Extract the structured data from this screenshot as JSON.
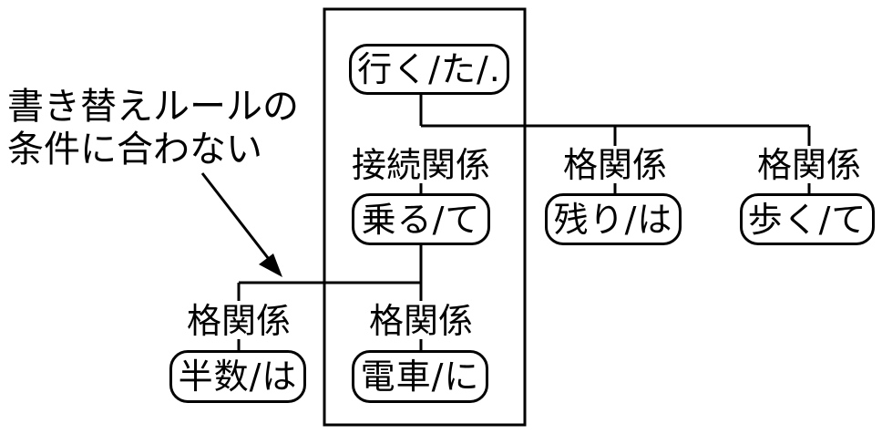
{
  "annotation": {
    "line1": "書き替えルールの",
    "line2": "条件に合わない"
  },
  "nodes": {
    "root": "行く/た/.",
    "n1_relation": "接続関係",
    "n1": "乗る/て",
    "n2_relation": "格関係",
    "n2": "残り/は",
    "n3_relation": "格関係",
    "n3": "歩く/て",
    "n4_relation": "格関係",
    "n4": "半数/は",
    "n5_relation": "格関係",
    "n5": "電車/に"
  }
}
